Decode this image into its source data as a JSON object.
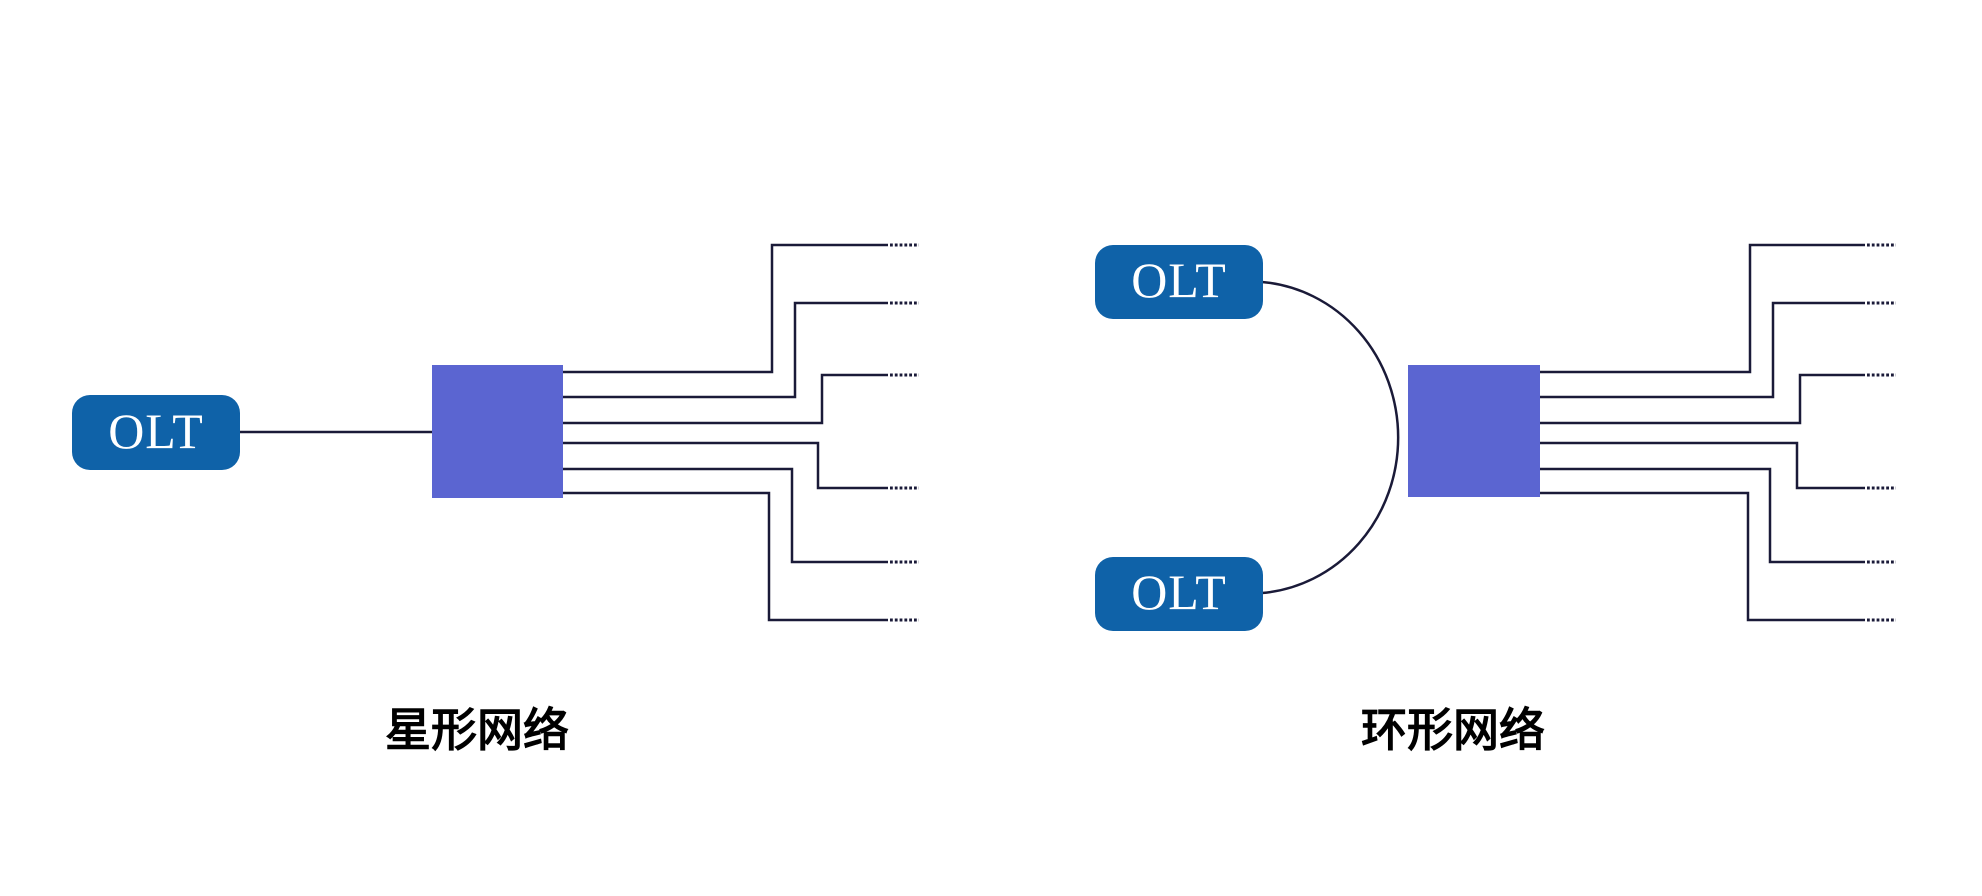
{
  "colors": {
    "olt_fill": "#0f62a8",
    "olt_text": "#ffffff",
    "splitter_fill": "#5b65d1",
    "wire": "#1a1a38",
    "caption_text": "#000000",
    "page_bg": "#ffffff"
  },
  "star_network": {
    "caption": "星形网络",
    "olt_label": "OLT"
  },
  "ring_network": {
    "caption": "环形网络",
    "olt_top_label": "OLT",
    "olt_bottom_label": "OLT"
  }
}
